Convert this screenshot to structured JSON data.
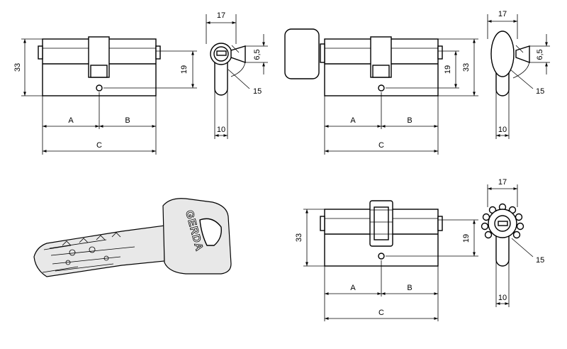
{
  "dimensions": {
    "a": "A",
    "b": "B",
    "c": "C",
    "height": "33",
    "offset": "19",
    "width": "17",
    "cam": "6,5",
    "radius": "15",
    "base": "10"
  },
  "key": {
    "brand": "GERDA"
  }
}
